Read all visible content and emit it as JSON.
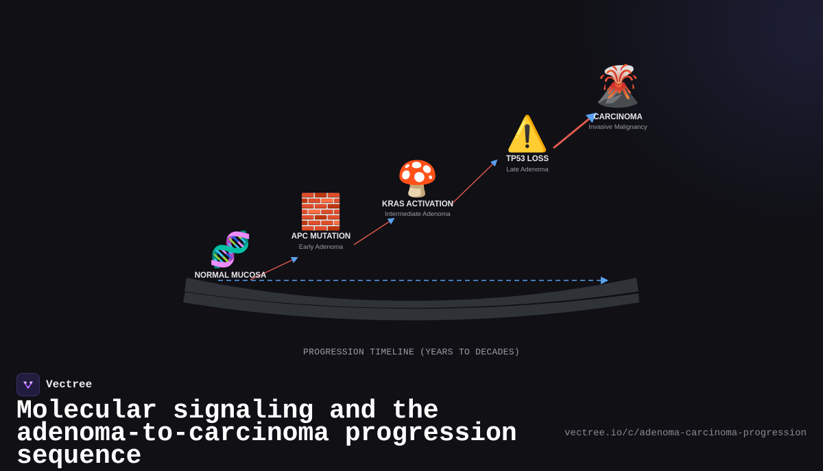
{
  "stages": [
    {
      "icon": "🧬",
      "icon_name": "dna-icon",
      "title": "NORMAL MUCOSA",
      "subtitle": "",
      "title_color": "#e6e6ea"
    },
    {
      "icon": "🧱",
      "icon_name": "brick-wall-icon",
      "title": "APC MUTATION",
      "subtitle": "Early Adenoma",
      "title_color": "#e6e6ea"
    },
    {
      "icon": "🍄",
      "icon_name": "mushroom-icon",
      "title": "KRAS ACTIVATION",
      "subtitle": "Intermediate Adenoma",
      "title_color": "#e6e6ea"
    },
    {
      "icon": "⚠️",
      "icon_name": "warning-icon",
      "title": "TP53 LOSS",
      "subtitle": "Late Adenoma",
      "title_color": "#e6e6ea"
    },
    {
      "icon": "🌋",
      "icon_name": "volcano-icon",
      "title": "CARCINOMA",
      "subtitle": "Invasive Malignancy",
      "title_color": "#ef5350"
    }
  ],
  "timeline": {
    "label": "PROGRESSION TIMELINE (YEARS TO DECADES)"
  },
  "colors": {
    "arrow_red": "#e35a4f",
    "arrow_blue": "#5aa0ee",
    "tissue": "#2f3338",
    "accent_purple": "#a855f7"
  },
  "brand": {
    "name": "Vectree",
    "logo_icon": "vectree-logo-icon"
  },
  "headline": "Molecular signaling and the adenoma-to-carcinoma progression sequence",
  "url": "vectree.io/c/adenoma-carcinoma-progression"
}
